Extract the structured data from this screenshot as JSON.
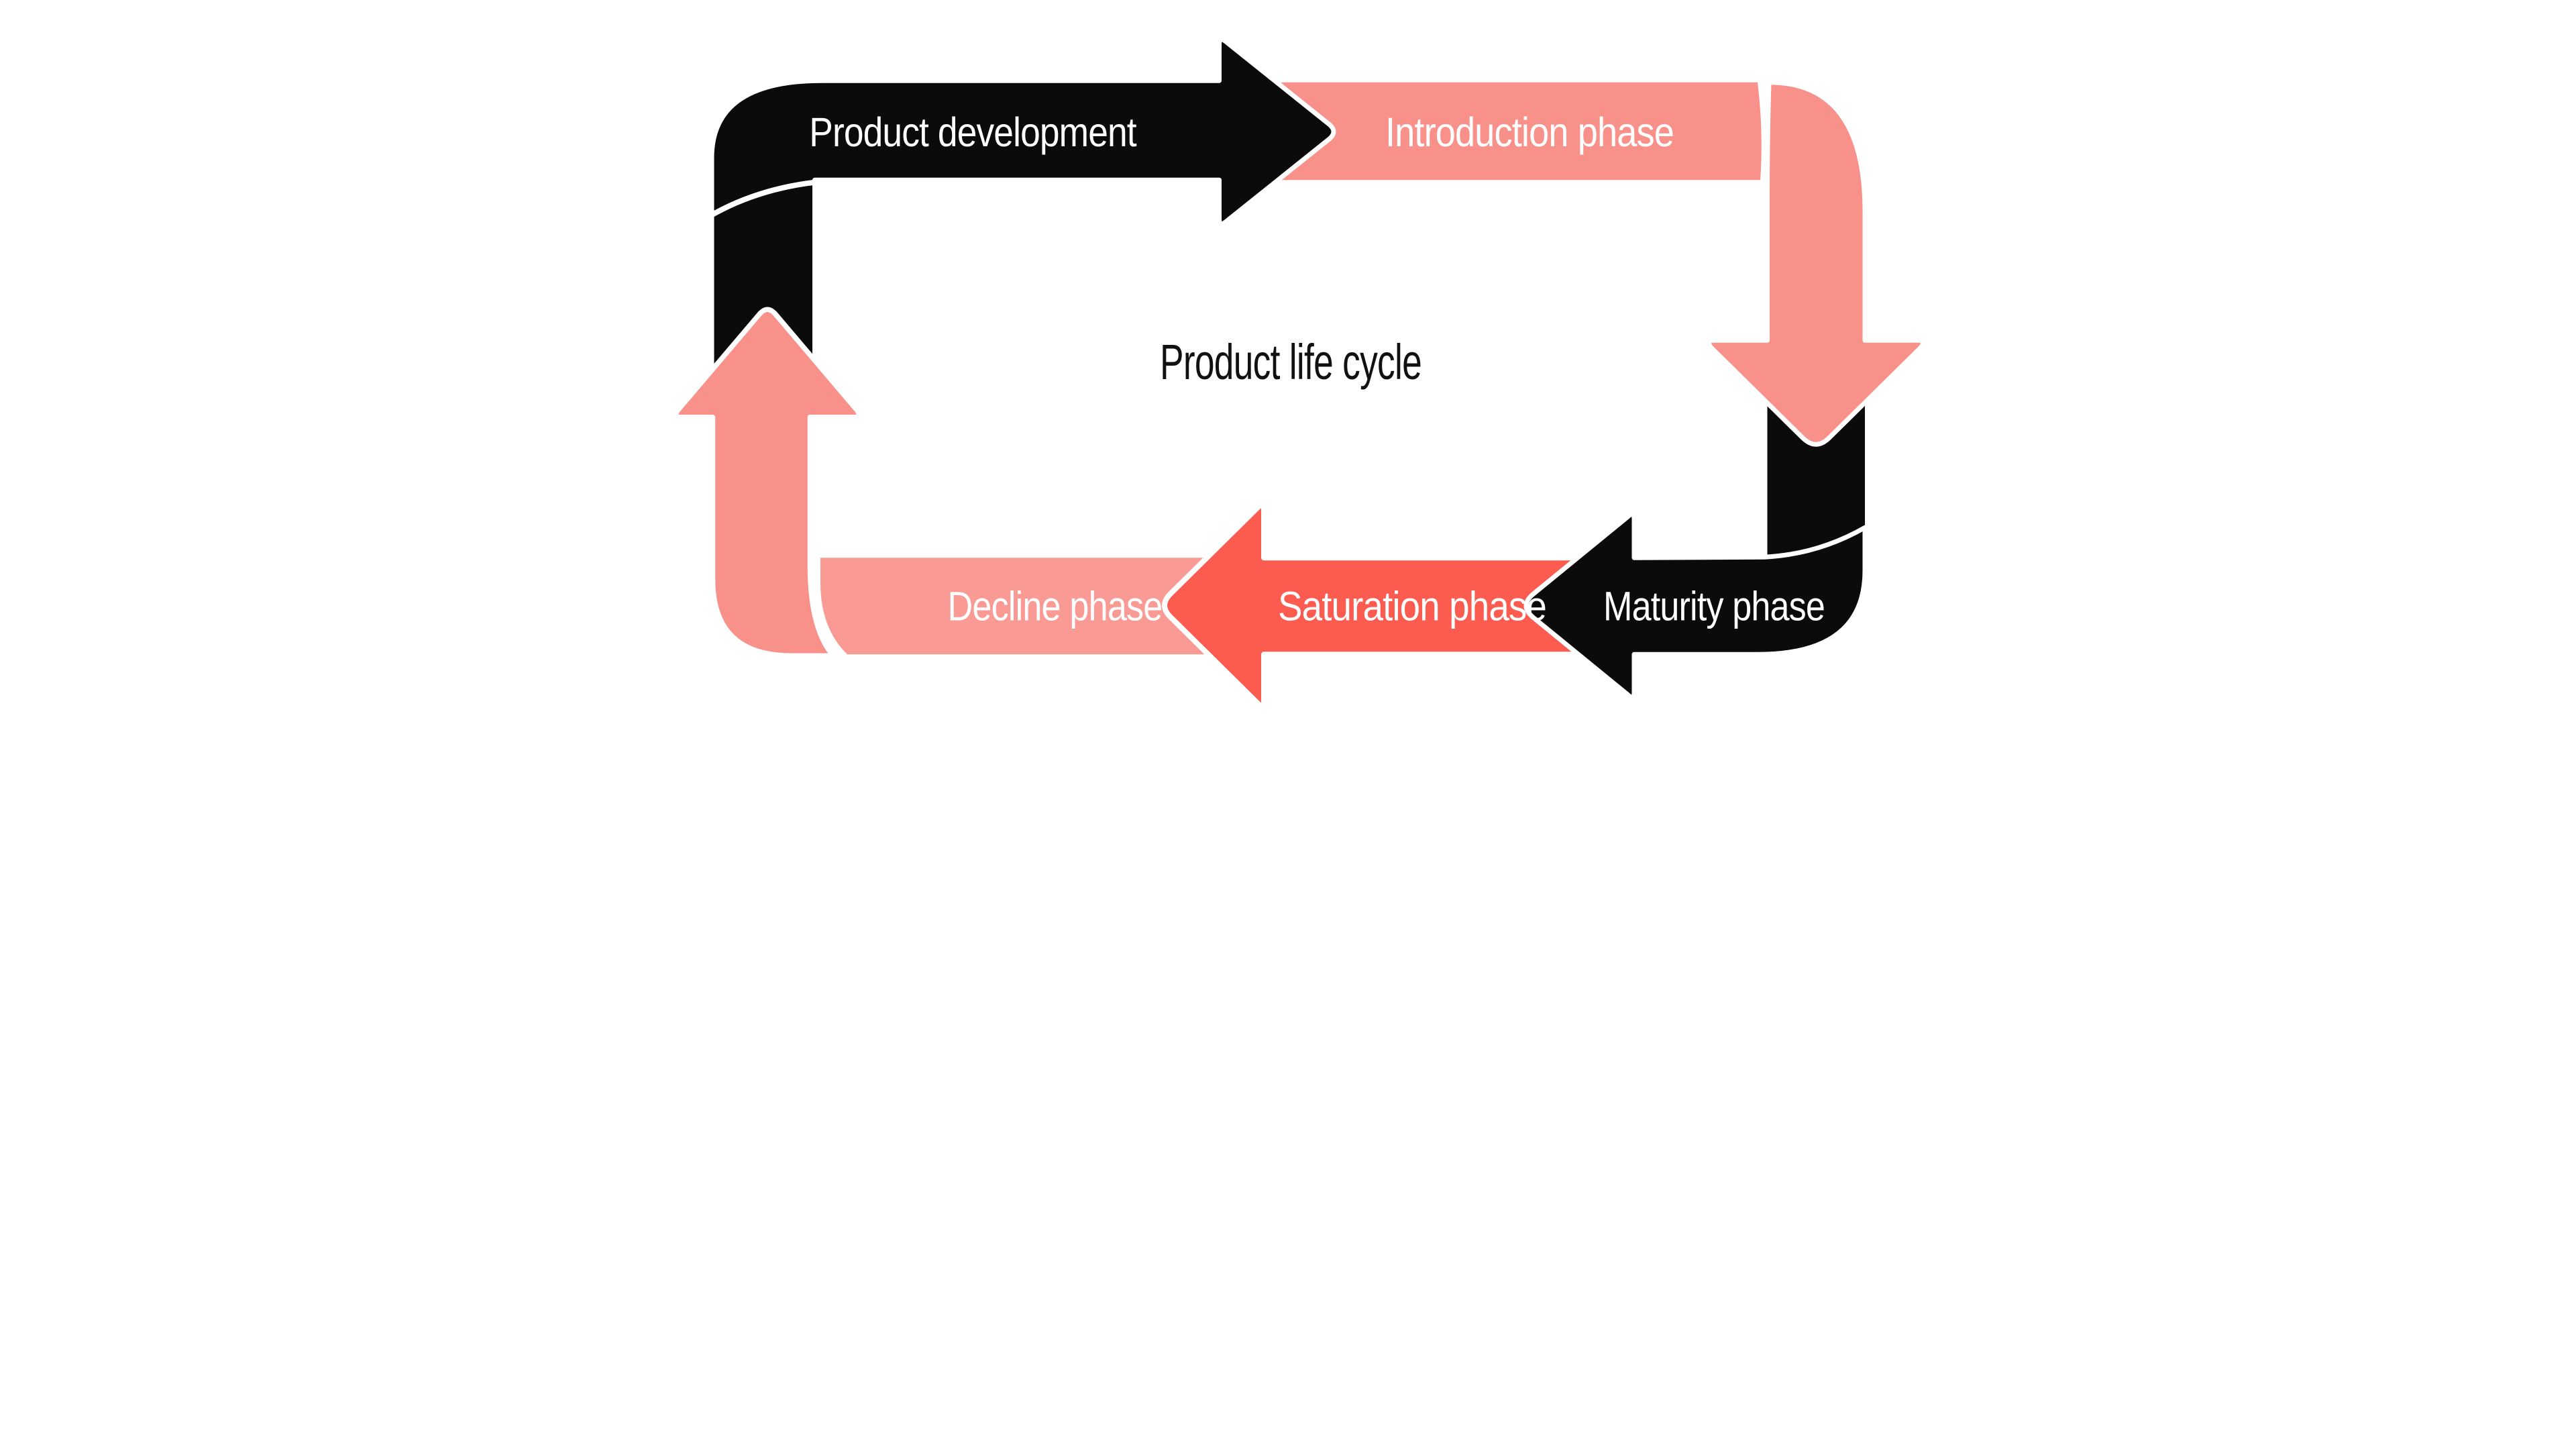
{
  "diagram": {
    "title": "Product life cycle",
    "phases": [
      {
        "id": "product-development",
        "label": "Product development",
        "color_key": "black"
      },
      {
        "id": "introduction",
        "label": "Introduction phase",
        "color_key": "salmon"
      },
      {
        "id": "maturity",
        "label": "Maturity phase",
        "color_key": "black"
      },
      {
        "id": "saturation",
        "label": "Saturation phase",
        "color_key": "red"
      },
      {
        "id": "decline",
        "label": "Decline phase",
        "color_key": "light_salmon"
      }
    ],
    "colors": {
      "black": "#0B0B0B",
      "salmon": "#F9918B",
      "light_salmon": "#F99B94",
      "red": "#FC5B50",
      "outline": "#FFFFFF",
      "background": "#FFFFFF",
      "label_text": "#FFFFFF",
      "title_text": "#111111"
    }
  }
}
